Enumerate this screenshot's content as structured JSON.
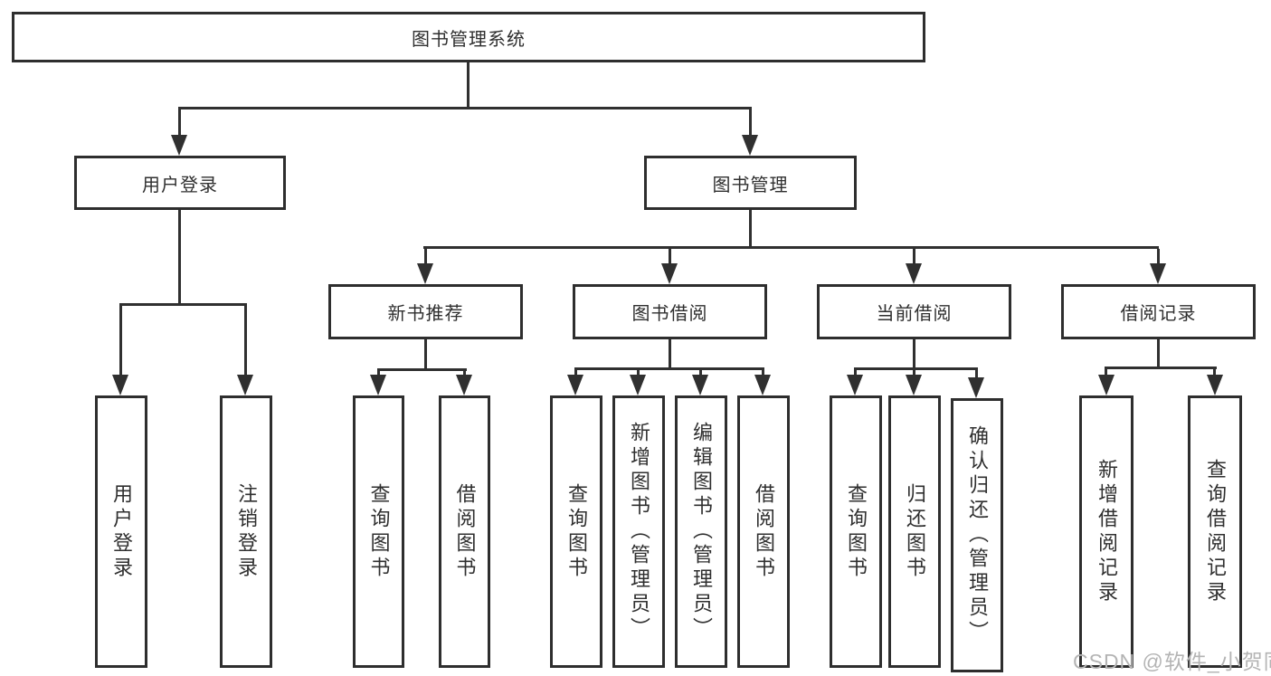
{
  "diagram": {
    "title_node_color": "#2e2e2e",
    "background_color": "#ffffff",
    "root": {
      "label": "图书管理系统"
    },
    "branches": {
      "user_login": {
        "label": "用户登录",
        "children": {
          "login": "用户登录",
          "logout": "注销登录"
        }
      },
      "book_mgmt": {
        "label": "图书管理"
      }
    },
    "modules": {
      "new_book": {
        "label": "新书推荐",
        "children": {
          "query": "查询图书",
          "borrow": "借阅图书"
        }
      },
      "book_borrow": {
        "label": "图书借阅",
        "children": {
          "query": "查询图书",
          "add": "新增图书（管理员）",
          "edit": "编辑图书（管理员）",
          "borrow": "借阅图书"
        }
      },
      "current_borrow": {
        "label": "当前借阅",
        "children": {
          "query": "查询图书",
          "return": "归还图书",
          "confirm": "确认归还（管理员）"
        }
      },
      "borrow_record": {
        "label": "借阅记录",
        "children": {
          "add": "新增借阅记录",
          "query": "查询借阅记录"
        }
      }
    }
  },
  "watermark": "CSDN @软件_小贺同学"
}
